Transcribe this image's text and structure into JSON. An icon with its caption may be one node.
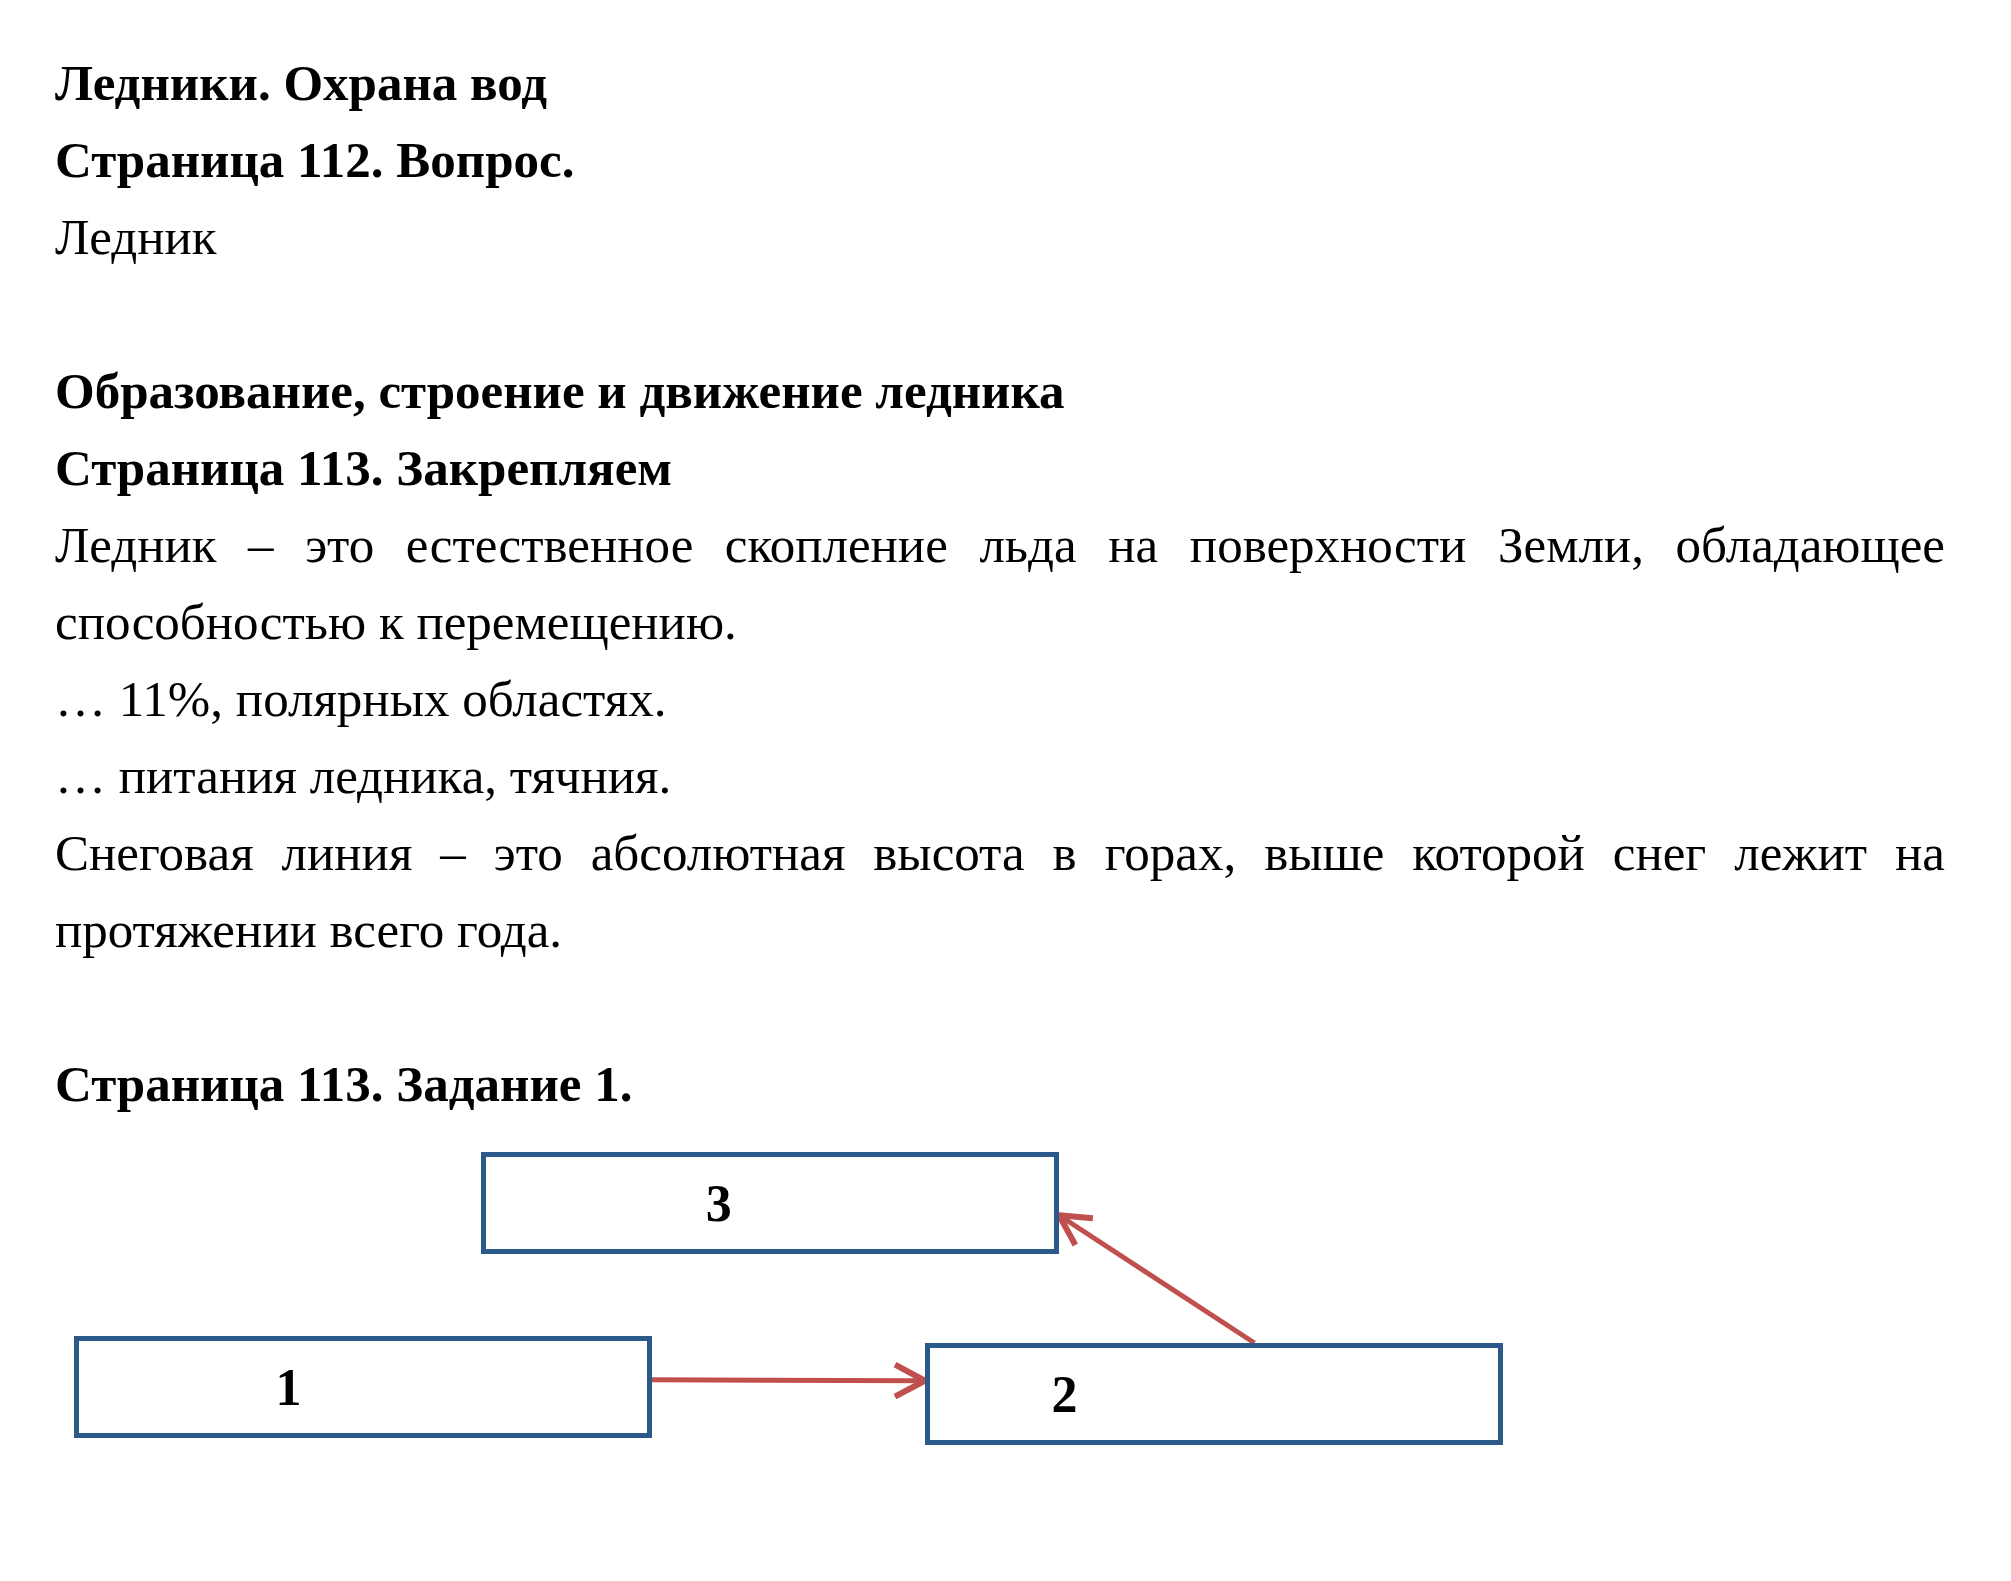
{
  "diagram": {
    "title": "Ледники. Охрана вод",
    "nodes": [
      {
        "text": [
          "3"
        ]
      },
      {
        "text": [
          "1"
        ]
      },
      {
        "text": [
          "2"
        ]
      }
    ],
    "edges": [
      {
        "from": 1,
        "to": 2,
        "arrow": "to"
      },
      {
        "from": 2,
        "to": 0,
        "arrow": "to"
      }
    ],
    "labels": [
      "Страница 112. Вопрос.",
      "Ледник",
      "Образование, строение и движение ледника",
      "Страница 113. Закрепляем",
      "Ледник – это естественное скопление льда на поверхности Земли, обладающее способностью к перемещению.",
      "… 11%, полярных областях.",
      "… питания ледника, тячния.",
      "Снеговая линия – это абсолютная высота в горах, выше которой снег лежит на протяжении всего года.",
      "Страница 113. Задание 1."
    ]
  }
}
